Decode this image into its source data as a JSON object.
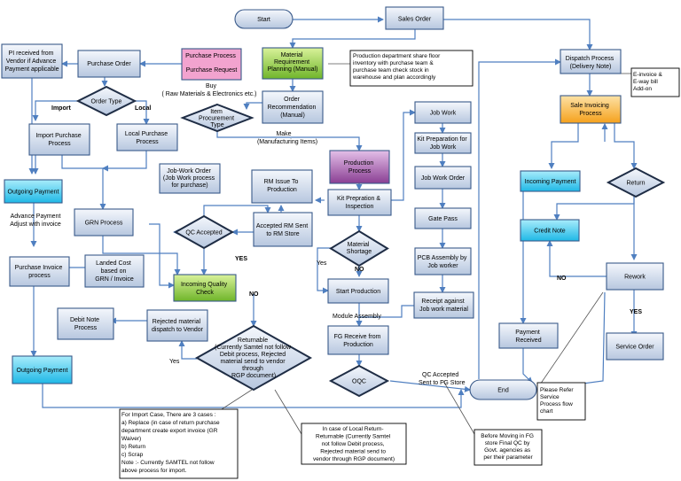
{
  "nodes": {
    "start": "Start",
    "sales_order": "Sales Order",
    "pi_received": [
      "PI received from",
      "Vendor if Advance",
      "Payment applicable"
    ],
    "purchase_order": "Purchase Order",
    "purchase_process": [
      "Purchase Process",
      "",
      "Purchase Request"
    ],
    "mrp": [
      "Material",
      "Requirement",
      "Planning (Manual)"
    ],
    "order_type": "Order Type",
    "item_procurement": [
      "Item",
      "Procurement",
      "Type"
    ],
    "order_recommendation": [
      "Order",
      "Recommendation",
      "(Manual)"
    ],
    "import_purchase": [
      "Import Purchase",
      "Process"
    ],
    "local_purchase": [
      "Local Purchase",
      "Process"
    ],
    "outgoing_payment_1": "Outgoing Payment",
    "job_work_order_top": [
      "Job-Work Order",
      "(Job Work process",
      "for purchase)"
    ],
    "rm_issue": [
      "RM Issue To",
      "Production"
    ],
    "production_process": [
      "Production",
      "Process"
    ],
    "job_work": "Job Work",
    "kit_prep_job": [
      "Kit Preparation for",
      "Job Work"
    ],
    "job_work_order": "Job Work Order",
    "kit_prep_inspection": [
      "Kit Prepration &",
      "Inspection"
    ],
    "grn_process": "GRN Process",
    "qc_accepted": "QC Accepted",
    "accepted_rm": [
      "Accepted RM Sent",
      "to RM Store"
    ],
    "material_shortage": [
      "Material",
      "Shortage"
    ],
    "gate_pass": "Gate Pass",
    "pcb_assembly": [
      "PCB Assembly by",
      "Job worker"
    ],
    "purchase_invoice": [
      "Purchase Invoice",
      "process"
    ],
    "landed_cost": [
      "Landed Cost",
      "based on",
      "GRN / Invoice"
    ],
    "iqc": [
      "Incoming Quality",
      "Check"
    ],
    "start_production": "Start Production",
    "receipt_job": [
      "Receipt against",
      "Job work material"
    ],
    "debit_note": [
      "Debit Note",
      "Process"
    ],
    "rejected_dispatch": [
      "Rejected material",
      "dispatch to Vendor"
    ],
    "returnable": [
      "Returnable",
      "(Currently Samtel not follow",
      "Debit process, Rejected",
      "material send to vendor",
      "through",
      "RGP document)"
    ],
    "fg_receive": [
      "FG Receive from",
      "Production"
    ],
    "oqc": "OQC",
    "outgoing_payment_2": "Outgoing Payment",
    "end": "End",
    "dispatch_process": [
      "Dispatch Process",
      "(Delivery Note)"
    ],
    "sale_invoicing": [
      "Sale Invoicing",
      "Process"
    ],
    "incoming_payment": "Incoming Payment",
    "return": "Return",
    "credit_note": "Credit Note",
    "rework": "Rework",
    "payment_received": [
      "Payment",
      "Received"
    ],
    "service_order": "Service Order"
  },
  "notes": {
    "production_dept": [
      "Production department share floor",
      "inventory with purchase team &",
      "purchase team check stock in",
      "warehouse and plan accordingly"
    ],
    "einvoice": [
      "E-invoice &",
      "E-way bill",
      "Add-on"
    ],
    "import_case": [
      "For Import Case, There are 3 cases :",
      "a) Replace (in case of return purchase",
      "department create export invoice (GR",
      "Waiver)",
      "b) Return",
      "c) Scrap",
      "Note :- Currently SAMTEL not follow",
      "above process for import."
    ],
    "local_return": [
      "In case of Local Return-",
      "Returnable (Currently Samtel",
      "not follow Debit process,",
      "Rejected material send to",
      "vendor through RGP document)"
    ],
    "before_moving": [
      "Before Moving in FG",
      "store Final QC by",
      "Govt. agencies as",
      "per their parameter"
    ],
    "service_ref": [
      "Please Refer",
      "Service",
      "Process flow",
      "chart"
    ]
  },
  "labels": {
    "buy": "Buy",
    "raw_materials": "( Raw Materials & Electronics etc.)",
    "make": "Make",
    "manufacturing_items": "(Manufacturing Items)",
    "import": "Import",
    "local": "Local",
    "advance_payment": [
      "Advance Payment",
      "Adjust with invoice"
    ],
    "yes_qc": "YES",
    "yes_ms": "Yes",
    "no_ms": "NO",
    "no_iqc": "NO",
    "yes_ret": "Yes",
    "module_assembly": "Module Assembly",
    "qc_accepted_fg": [
      "QC Accepted",
      "Sent to FG Store"
    ],
    "no_rework": "NO",
    "yes_rework": "YES"
  }
}
